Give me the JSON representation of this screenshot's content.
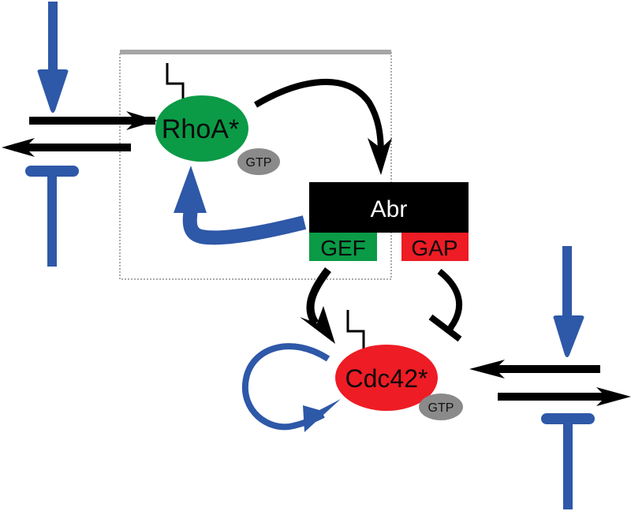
{
  "diagram": {
    "nodes": {
      "rhoa": {
        "label": "RhoA*",
        "badge": "GTP",
        "color": "#0b9a46"
      },
      "cdc42": {
        "label": "Cdc42*",
        "badge": "GTP",
        "color": "#ee1c24"
      },
      "abr": {
        "label": "Abr",
        "color": "#000000"
      },
      "gef": {
        "label": "GEF",
        "color": "#0b9a46"
      },
      "gap": {
        "label": "GAP",
        "color": "#ee1c24"
      }
    },
    "colors": {
      "regulation_blue": "#2e58a8",
      "arrow_black": "#000000",
      "gtp_gray": "#8a8a8a",
      "box_border": "#555555",
      "box_top_bar": "#a6a6a6"
    },
    "edges": [
      {
        "from": "rhoa",
        "to": "abr",
        "type": "activation"
      },
      {
        "from": "gef",
        "to": "rhoa",
        "type": "positive-feedback"
      },
      {
        "from": "gef",
        "to": "cdc42",
        "type": "activation"
      },
      {
        "from": "gap",
        "to": "cdc42",
        "type": "inhibition"
      },
      {
        "from": "cdc42",
        "to": "cdc42",
        "type": "positive-self-loop"
      }
    ]
  }
}
